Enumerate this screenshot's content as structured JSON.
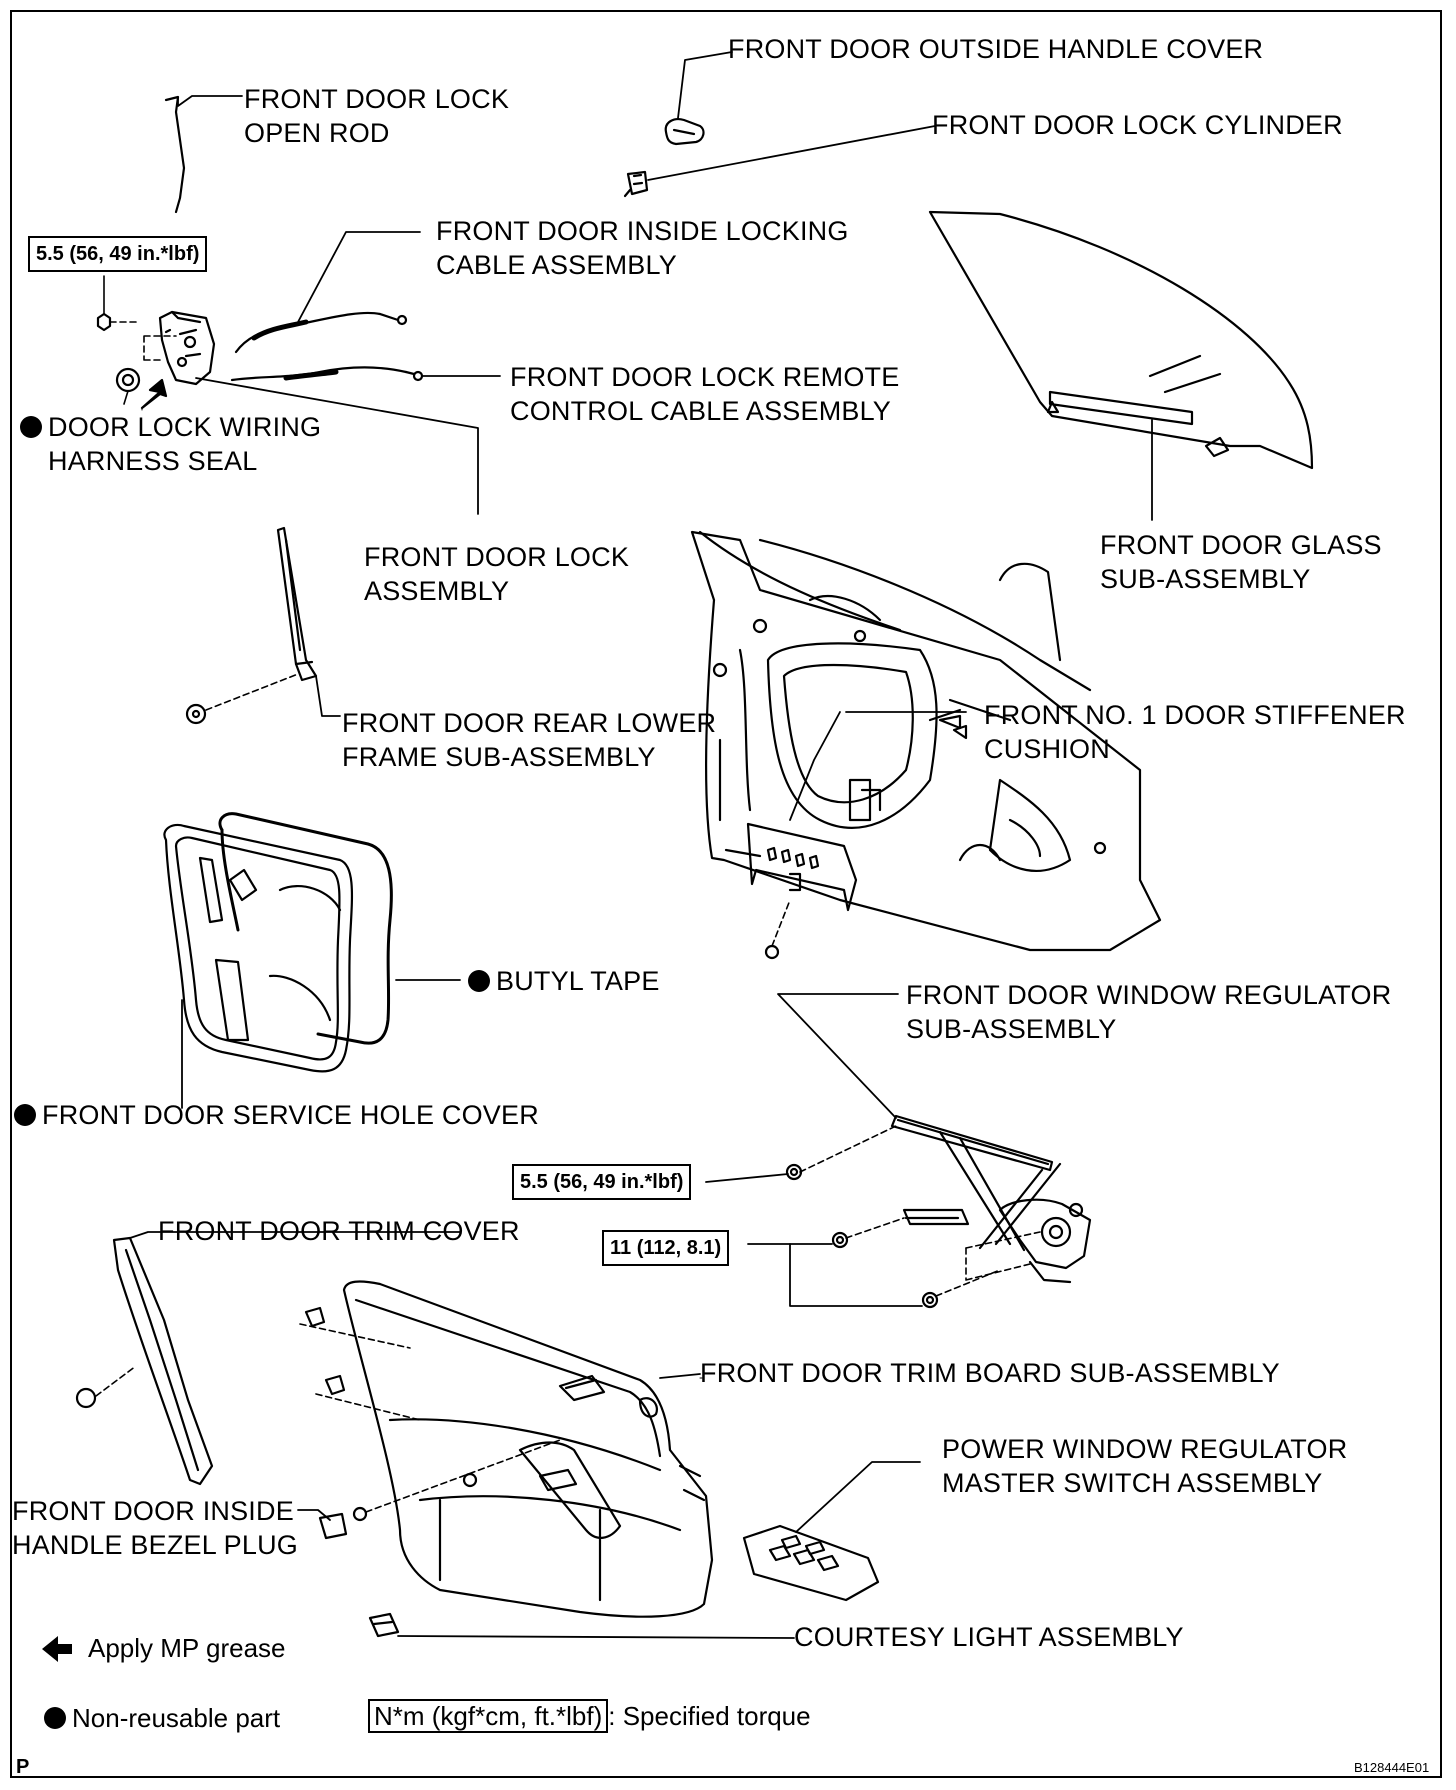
{
  "labels": {
    "outside_handle_cover": "FRONT DOOR OUTSIDE HANDLE COVER",
    "lock_cylinder": "FRONT DOOR LOCK CYLINDER",
    "lock_open_rod_1": "FRONT DOOR LOCK",
    "lock_open_rod_2": "OPEN ROD",
    "inside_locking_cable_1": "FRONT DOOR INSIDE LOCKING",
    "inside_locking_cable_2": "CABLE ASSEMBLY",
    "remote_control_cable_1": "FRONT DOOR LOCK REMOTE",
    "remote_control_cable_2": "CONTROL CABLE ASSEMBLY",
    "wiring_harness_seal_1": "DOOR LOCK WIRING",
    "wiring_harness_seal_2": "HARNESS SEAL",
    "lock_assembly_1": "FRONT DOOR LOCK",
    "lock_assembly_2": "ASSEMBLY",
    "glass_1": "FRONT DOOR GLASS",
    "glass_2": "SUB-ASSEMBLY",
    "rear_lower_frame_1": "FRONT DOOR REAR LOWER",
    "rear_lower_frame_2": "FRAME SUB-ASSEMBLY",
    "stiffener_cushion_1": "FRONT NO. 1 DOOR STIFFENER",
    "stiffener_cushion_2": "CUSHION",
    "butyl_tape": "BUTYL TAPE",
    "window_regulator_1": "FRONT DOOR WINDOW REGULATOR",
    "window_regulator_2": "SUB-ASSEMBLY",
    "service_hole_cover": "FRONT DOOR SERVICE HOLE COVER",
    "trim_cover": "FRONT DOOR TRIM COVER",
    "trim_board": "FRONT DOOR TRIM BOARD SUB-ASSEMBLY",
    "master_switch_1": "POWER WINDOW REGULATOR",
    "master_switch_2": "MASTER SWITCH ASSEMBLY",
    "bezel_plug_1": "FRONT DOOR INSIDE",
    "bezel_plug_2": "HANDLE BEZEL PLUG",
    "courtesy_light": "COURTESY LIGHT ASSEMBLY"
  },
  "torques": {
    "lock_bolt": "5.5 (56, 49 in.*lbf)",
    "regulator_bolt": "5.5 (56, 49 in.*lbf)",
    "regulator_motor_bolt": "11 (112, 8.1)"
  },
  "legend": {
    "grease": "Apply MP grease",
    "non_reusable": "Non-reusable part",
    "torque_unit": "N*m (kgf*cm, ft.*lbf)",
    "torque_desc": ": Specified torque"
  },
  "footer": {
    "corner_letter": "P",
    "figure_code": "B128444E01"
  }
}
